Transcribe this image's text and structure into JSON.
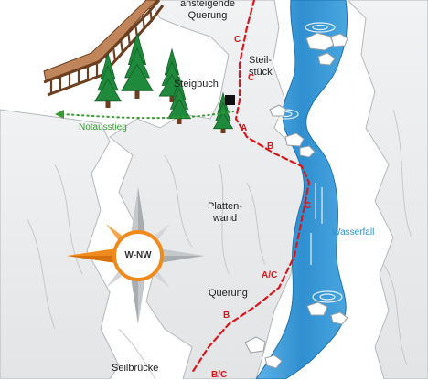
{
  "labels": {
    "traverse_ascending": "ansteigende\nQuerung",
    "steep_section": "Steil-\nstück",
    "climbing_book": "Steigbuch",
    "emergency_exit": "Notausstieg",
    "slab_wall": "Platten-\nwand",
    "traverse": "Querung",
    "waterfall": "Wasserfall",
    "rope_bridge": "Seilbrücke"
  },
  "grades": [
    "C",
    "C",
    "A",
    "B",
    "C",
    "A/C",
    "B",
    "B/C"
  ],
  "compass": {
    "direction": "W-NW",
    "accent_color": "#f08a1c"
  },
  "colors": {
    "route": "#d7191c",
    "exit_path": "#3a9a35",
    "water": "#2f8fd0",
    "trees": "#1f8a3b",
    "fence": "#8b5a33"
  },
  "icons": [
    "tree-icon",
    "compass-rose-icon",
    "summit-book-icon",
    "arrow-left-icon"
  ]
}
